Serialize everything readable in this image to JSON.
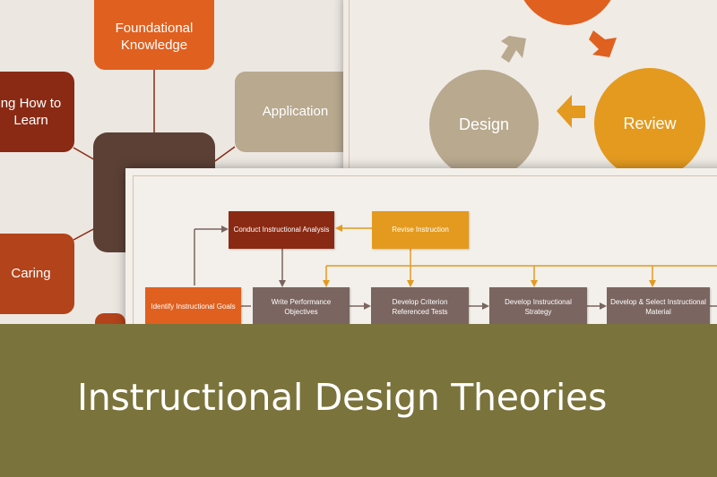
{
  "colors": {
    "banner": "#7b733c",
    "orange": "#e0601f",
    "dark_red": "#8a2a14",
    "brown": "#5c4036",
    "tan": "#b8a98f",
    "taupe": "#7a6560",
    "gold": "#e39a1f"
  },
  "mind_map": {
    "foundational": "Foundational Knowledge",
    "application": "Application",
    "learning": "ng How to Learn",
    "caring": "Caring"
  },
  "cycle": {
    "design": "Design",
    "review": "Review"
  },
  "flowchart": {
    "conduct": "Conduct Instructional Analysis",
    "revise": "Revise Instruction",
    "identify": "Identify Instructional Goals",
    "write": "Write Performance Objectives",
    "criterion": "Develop Criterion Referenced Tests",
    "strategy": "Develop Instructional Strategy",
    "material": "Develop & Select Instructional Material"
  },
  "banner": {
    "title": "Instructional Design Theories"
  }
}
